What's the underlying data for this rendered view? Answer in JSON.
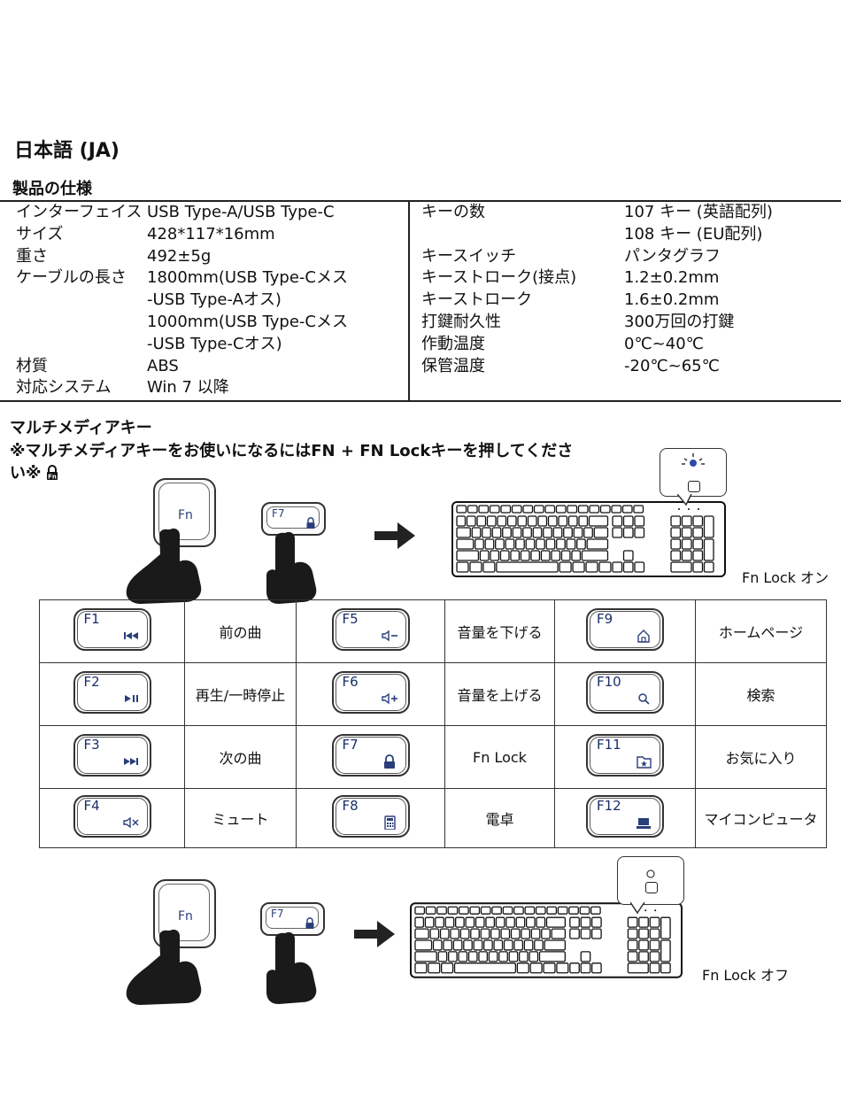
{
  "heading": "日本語 (JA)",
  "spec_title": "製品の仕様",
  "specs_left": [
    {
      "label": "インターフェイス",
      "value": "USB Type-A/USB Type-C"
    },
    {
      "label": "サイズ",
      "value": "428*117*16mm"
    },
    {
      "label": "重さ",
      "value": "492±5g"
    },
    {
      "label": "ケーブルの長さ",
      "value": "1800mm(USB Type-Cメス"
    },
    {
      "label": "",
      "value": "-USB Type-Aオス)"
    },
    {
      "label": "",
      "value": "1000mm(USB Type-Cメス"
    },
    {
      "label": "",
      "value": "-USB Type-Cオス)"
    },
    {
      "label": "材質",
      "value": "ABS"
    },
    {
      "label": "対応システム",
      "value": "Win 7 以降"
    }
  ],
  "specs_right": [
    {
      "label": "キーの数",
      "value": "107 キー (英語配列)"
    },
    {
      "label": "",
      "value": "108 キー (EU配列)"
    },
    {
      "label": "キースイッチ",
      "value": "パンタグラフ"
    },
    {
      "label": "キーストローク(接点)",
      "value": "1.2±0.2mm"
    },
    {
      "label": "キーストローク",
      "value": "1.6±0.2mm"
    },
    {
      "label": "打鍵耐久性",
      "value": "300万回の打鍵"
    },
    {
      "label": "作動温度",
      "value": "0℃~40℃"
    },
    {
      "label": "保管温度",
      "value": "-20℃~65℃"
    }
  ],
  "multimedia_title": "マルチメディアキー",
  "multimedia_note": "※マルチメディアキーをお使いになるにはFN + FN Lockキーを押してください※",
  "fn_key_label": "Fn",
  "f7_key_label": "F7",
  "fn_lock_on": "Fn Lock オン",
  "fn_lock_off": "Fn Lock オフ",
  "fkeys": [
    [
      {
        "key": "F1",
        "icon": "previous-track-icon",
        "desc": "前の曲"
      },
      {
        "key": "F5",
        "icon": "volume-down-icon",
        "desc": "音量を下げる"
      },
      {
        "key": "F9",
        "icon": "home-icon",
        "desc": "ホームページ"
      }
    ],
    [
      {
        "key": "F2",
        "icon": "play-pause-icon",
        "desc": "再生/一時停止"
      },
      {
        "key": "F6",
        "icon": "volume-up-icon",
        "desc": "音量を上げる"
      },
      {
        "key": "F10",
        "icon": "search-icon",
        "desc": "検索"
      }
    ],
    [
      {
        "key": "F3",
        "icon": "next-track-icon",
        "desc": "次の曲"
      },
      {
        "key": "F7",
        "icon": "fn-lock-icon",
        "desc": "Fn Lock"
      },
      {
        "key": "F11",
        "icon": "favorites-icon",
        "desc": "お気に入り"
      }
    ],
    [
      {
        "key": "F4",
        "icon": "mute-icon",
        "desc": "ミュート"
      },
      {
        "key": "F8",
        "icon": "calculator-icon",
        "desc": "電卓"
      },
      {
        "key": "F12",
        "icon": "my-computer-icon",
        "desc": "マイコンピュータ"
      }
    ]
  ],
  "colors": {
    "key_label": "#2a3f7a",
    "led_on": "#2f4aa8",
    "ink": "#111111"
  }
}
